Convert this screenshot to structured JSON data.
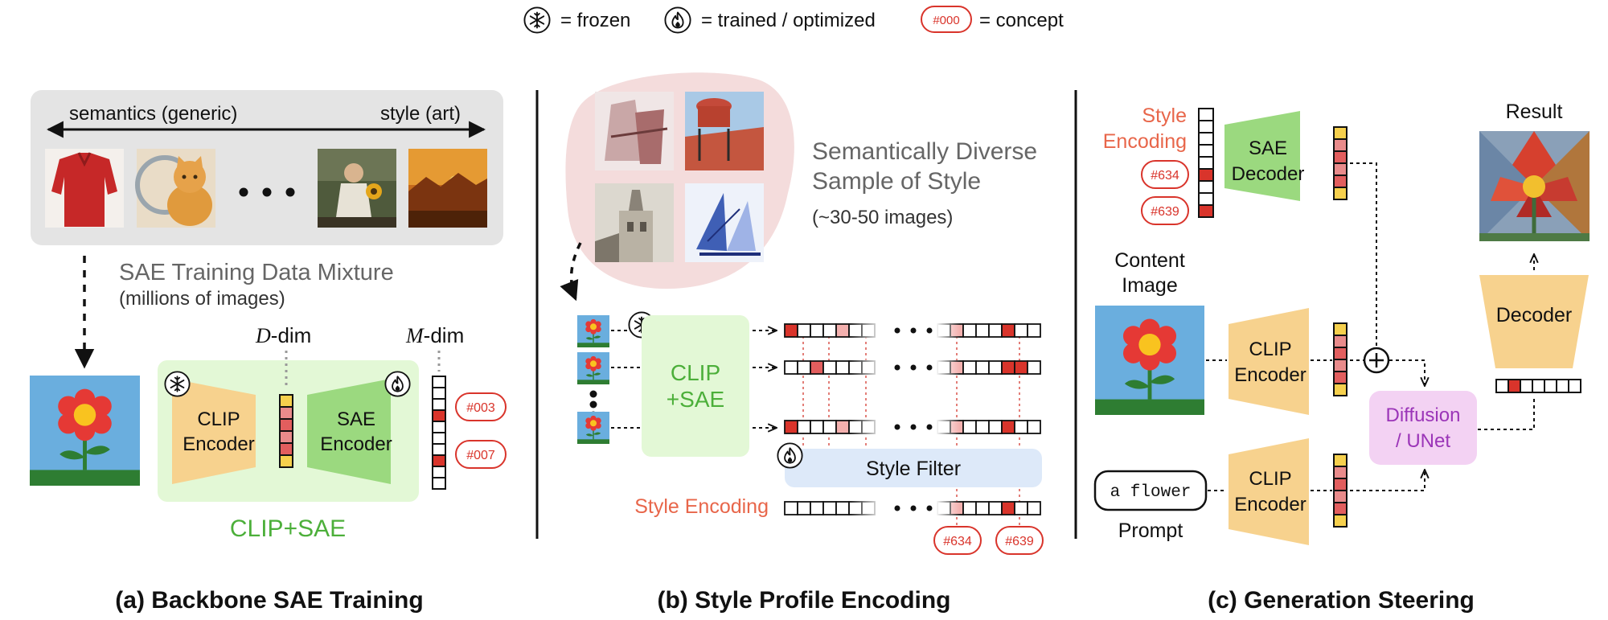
{
  "legend": {
    "frozen": "= frozen",
    "trained": "= trained / optimized",
    "concept_tag": "#000",
    "concept": "= concept"
  },
  "panel_a": {
    "axis_left": "semantics (generic)",
    "axis_right": "style (art)",
    "mixture_title": "SAE Training Data Mixture",
    "mixture_sub": "(millions of images)",
    "d_dim_var": "D",
    "d_dim_suffix": "-dim",
    "m_dim_var": "M",
    "m_dim_suffix": "-dim",
    "clip_encoder_1": "CLIP",
    "clip_encoder_2": "Encoder",
    "sae_encoder_1": "SAE",
    "sae_encoder_2": "Encoder",
    "tag_1": "#003",
    "tag_2": "#007",
    "clip_sae": "CLIP+SAE",
    "caption": "(a) Backbone SAE Training"
  },
  "panel_b": {
    "sample_title_1": "Semantically Diverse",
    "sample_title_2": "Sample of Style",
    "sample_sub": "(~30-50 images)",
    "clip_sae_1": "CLIP",
    "clip_sae_2": "+SAE",
    "style_filter": "Style Filter",
    "style_encoding": "Style Encoding",
    "tag_1": "#634",
    "tag_2": "#639",
    "caption": "(b) Style Profile Encoding"
  },
  "panel_c": {
    "style_encoding_1": "Style",
    "style_encoding_2": "Encoding",
    "tag_1": "#634",
    "tag_2": "#639",
    "sae_decoder_1": "SAE",
    "sae_decoder_2": "Decoder",
    "content_image_1": "Content",
    "content_image_2": "Image",
    "clip_encoder_a_1": "CLIP",
    "clip_encoder_a_2": "Encoder",
    "clip_encoder_b_1": "CLIP",
    "clip_encoder_b_2": "Encoder",
    "prompt_text": "a flower",
    "prompt_label": "Prompt",
    "diffusion_1": "Diffusion",
    "diffusion_2": "/ UNet",
    "decoder": "Decoder",
    "result": "Result",
    "caption": "(c) Generation Steering"
  },
  "colors": {
    "accent_red": "#d9342b",
    "style_text": "#e8664a",
    "clip_yellow": "#f7d28e",
    "sae_green": "#9bd97f",
    "clip_sae_bg": "#e3f8d6",
    "filter_blue": "#dde9f9",
    "diffusion_pink": "#f3d2f3",
    "diffusion_text": "#9b35b8",
    "bg_gray": "#e4e4e4"
  }
}
